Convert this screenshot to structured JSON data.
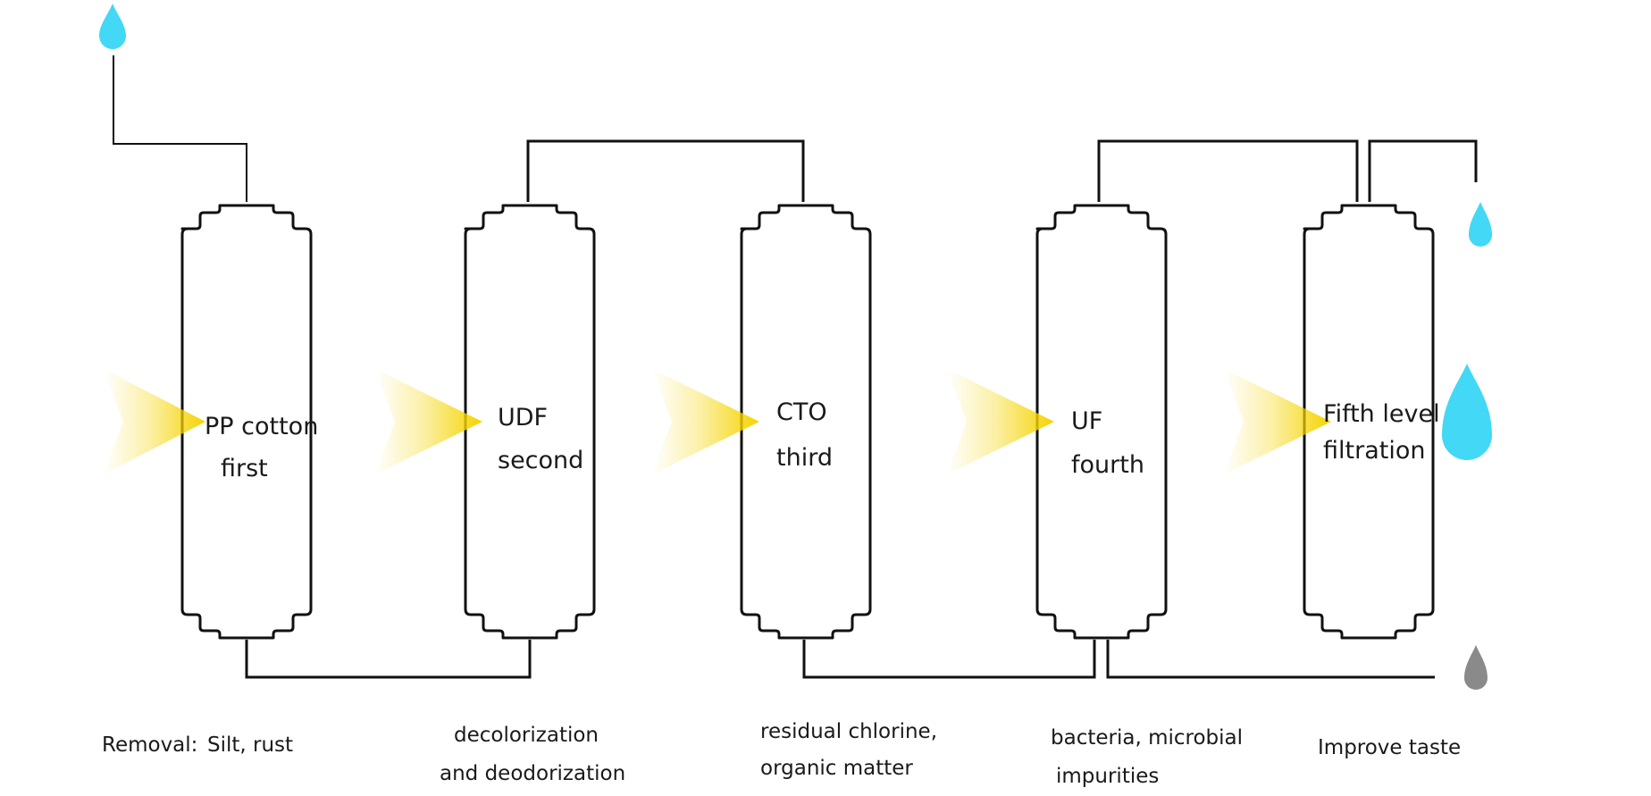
{
  "colors": {
    "water_drop": "#42d8f6",
    "waste_drop": "#8a8a8a",
    "arrow": "#f5d400",
    "line": "#111111"
  },
  "icons": {
    "inlet": "water-drop-icon",
    "outlet_small": "water-drop-icon",
    "outlet_large": "water-drop-icon",
    "waste": "waste-water-drop-icon",
    "flow": "flow-arrow-icon"
  },
  "filters": [
    {
      "line1": "PP cotton",
      "line2": "first"
    },
    {
      "line1": "UDF",
      "line2": "second"
    },
    {
      "line1": "CTO",
      "line2": "third"
    },
    {
      "line1": "UF",
      "line2": "fourth"
    },
    {
      "line1": "Fifth level",
      "line2": "filtration"
    }
  ],
  "removal": {
    "label": "Removal:",
    "items": [
      {
        "line1": "Silt, rust",
        "line2": ""
      },
      {
        "line1": "decolorization",
        "line2": "and deodorization"
      },
      {
        "line1": "residual chlorine,",
        "line2": "organic matter"
      },
      {
        "line1": "bacteria, microbial",
        "line2": "impurities"
      },
      {
        "line1": "Improve taste",
        "line2": ""
      }
    ]
  }
}
